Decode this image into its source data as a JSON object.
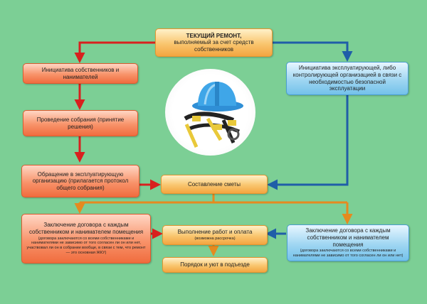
{
  "top": {
    "title": "ТЕКУЩИЙ  РЕМОНТ,",
    "sub": "выполняемый за счет средств собственников"
  },
  "init_owners": "Инициатива собственников и нанимателей",
  "meeting": "Проведение собрания (принятие решения)",
  "appeal": "Обращение в эксплуатирующую организацию (прилагается протокол общего собрания)",
  "estimate": "Составление сметы",
  "init_operator": "Инициатива эксплуатирующей, либо контролирующей организацией в связи с необходимостью безопасной эксплуатации",
  "contract_left": {
    "title": "Заключение договора с каждым собственником и нанимателем помещения",
    "note": "(договора заключаются со всеми собственниками и нанимателями не зависимо от того согласен ли он или нет, участвовал ли он в собрании вообще, в связи с тем, что ремонт — это основная ЖКУ)"
  },
  "work": {
    "title": "Выполнение работ и оплата",
    "note": "(возможна рассрочка)"
  },
  "contract_right": {
    "title": "Заключение договора с каждым собственником и нанимателем помещения",
    "note": "(договора заключаются со всеми собственниками и нанимателями не зависимо от того согласен ли он или нет)"
  },
  "order": "Порядок и уют в подъезде",
  "colors": {
    "red": "#d8201e",
    "blue": "#1f5ea8",
    "orange": "#e58a1f",
    "bg": "#7ccf95"
  },
  "photo_icon": "hard-hat-and-safety-harness"
}
